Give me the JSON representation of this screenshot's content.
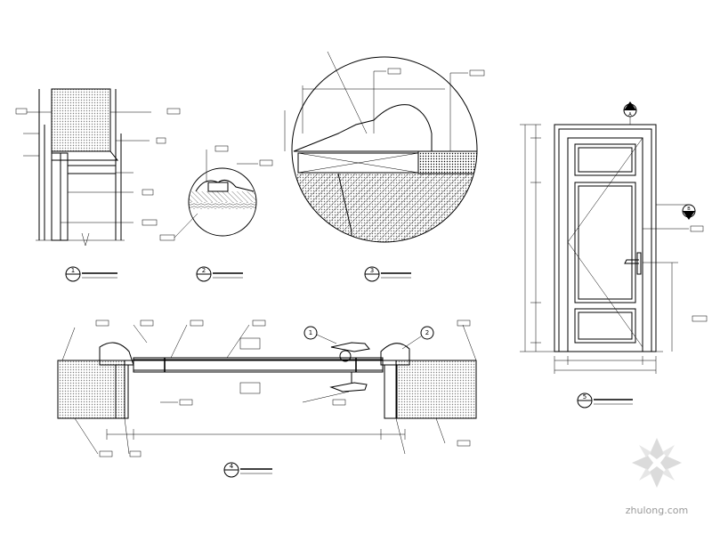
{
  "details": [
    {
      "number": "1"
    },
    {
      "number": "2"
    },
    {
      "number": "3"
    },
    {
      "number": "4"
    },
    {
      "number": "5"
    }
  ],
  "markers": {
    "elev_a": "A",
    "elev_b": "B",
    "call_1": "1",
    "call_2": "2"
  },
  "watermark": {
    "text": "zhulong.com"
  }
}
